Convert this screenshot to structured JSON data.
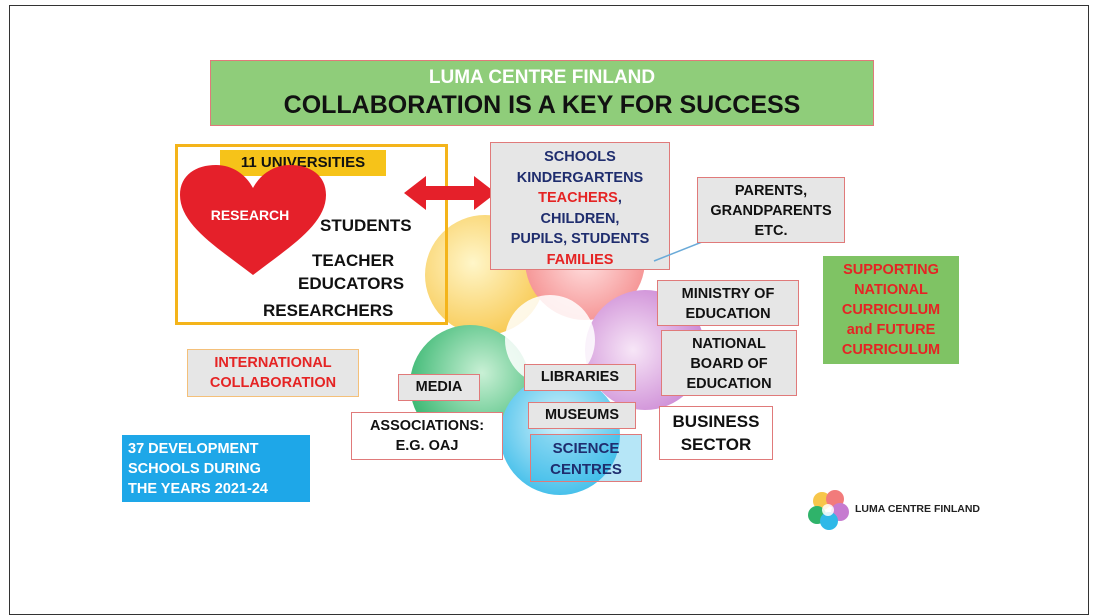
{
  "title": {
    "subtitle": "LUMA CENTRE FINLAND",
    "main": "COLLABORATION IS A KEY FOR SUCCESS"
  },
  "universities": {
    "label": "11 UNIVERSITIES",
    "heart": "RESEARCH",
    "students": "STUDENTS",
    "teacher": "TEACHER",
    "educators": "EDUCATORS",
    "researchers": "RESEARCHERS"
  },
  "schools": [
    "SCHOOLS",
    "KINDERGARTENS",
    "TEACHERS",
    ",",
    "CHILDREN,",
    "PUPILS, STUDENTS",
    "FAMILIES"
  ],
  "parents": [
    "PARENTS,",
    "GRANDPARENTS",
    "ETC."
  ],
  "supporting": [
    "SUPPORTING",
    "NATIONAL",
    "CURRICULUM",
    "and FUTURE",
    "CURRICULUM"
  ],
  "ministry": [
    "MINISTRY OF",
    "EDUCATION"
  ],
  "board": [
    "NATIONAL",
    "BOARD OF",
    "EDUCATION"
  ],
  "international": [
    "INTERNATIONAL",
    "COLLABORATION"
  ],
  "media": "MEDIA",
  "libraries": "LIBRARIES",
  "museums": "MUSEUMS",
  "associations": [
    "ASSOCIATIONS:",
    "E.G. OAJ"
  ],
  "science": [
    "SCIENCE",
    "CENTRES"
  ],
  "business": [
    "BUSINESS",
    "SECTOR"
  ],
  "dev_schools": [
    "37 DEVELOPMENT",
    "SCHOOLS DURING",
    "THE YEARS 2021-24"
  ],
  "logo": "LUMA CENTRE FINLAND",
  "colors": {
    "title_bg": "#8fcd7a",
    "gold": "#f6c319",
    "red": "#e52424",
    "navy": "#1f2d6e",
    "blue_box": "#1ea7e8",
    "green_box": "#7fc364"
  }
}
